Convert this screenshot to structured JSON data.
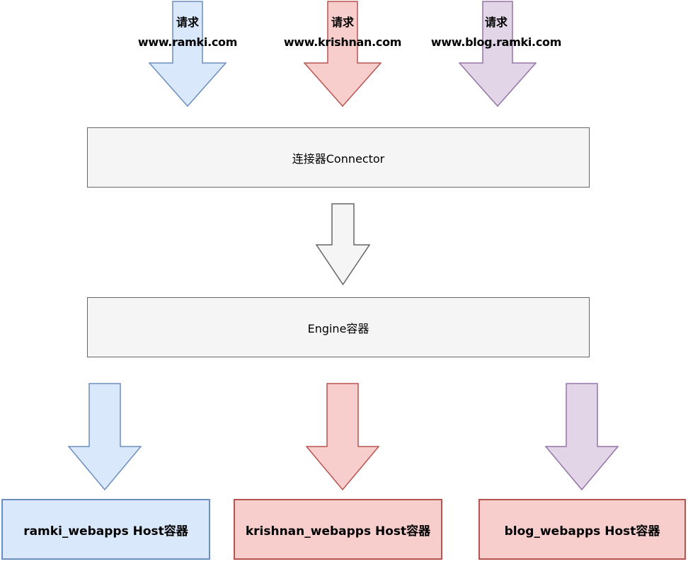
{
  "colors": {
    "blue_fill": "#dae8fc",
    "blue_stroke": "#6c8ebf",
    "red_fill": "#f8cecc",
    "red_stroke": "#b85450",
    "purple_fill": "#e1d5e7",
    "purple_stroke": "#9673a6",
    "gray_fill": "#f5f5f5",
    "gray_stroke": "#666666"
  },
  "requests": [
    {
      "caption": "请求",
      "domain": "www.ramki.com"
    },
    {
      "caption": "请求",
      "domain": "www.krishnan.com"
    },
    {
      "caption": "请求",
      "domain": "www.blog.ramki.com"
    }
  ],
  "connector": {
    "label": "连接器Connector"
  },
  "engine": {
    "label": "Engine容器"
  },
  "hosts": [
    {
      "label": "ramki_webapps Host容器"
    },
    {
      "label": "krishnan_webapps Host容器"
    },
    {
      "label": "blog_webapps Host容器"
    }
  ]
}
